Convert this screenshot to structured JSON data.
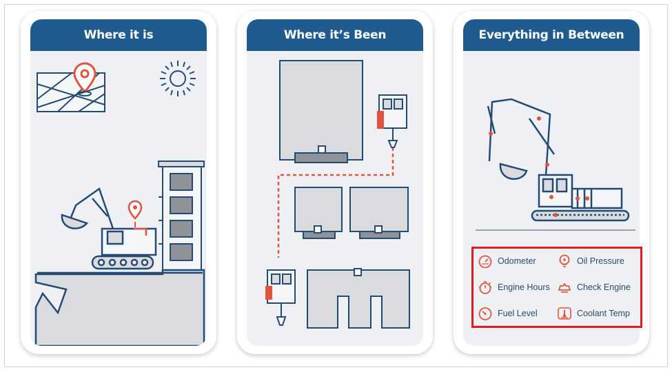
{
  "panels": [
    {
      "id": "location",
      "title": "Where it is"
    },
    {
      "id": "history",
      "title": "Where it’s Been"
    },
    {
      "id": "telemetry",
      "title": "Everything in Between"
    }
  ],
  "metrics": [
    {
      "label": "Odometer",
      "icon": "gauge-icon"
    },
    {
      "label": "Oil Pressure",
      "icon": "oil-pressure-icon"
    },
    {
      "label": "Engine Hours",
      "icon": "stopwatch-icon"
    },
    {
      "label": "Check Engine",
      "icon": "engine-icon"
    },
    {
      "label": "Fuel Level",
      "icon": "fuel-gauge-icon"
    },
    {
      "label": "Coolant Temp",
      "icon": "thermometer-icon"
    }
  ],
  "colors": {
    "header": "#1f5b8f",
    "accent": "#e0533d",
    "line": "#234a73",
    "fill": "#d9dbde",
    "highlight": "#e11b22"
  }
}
